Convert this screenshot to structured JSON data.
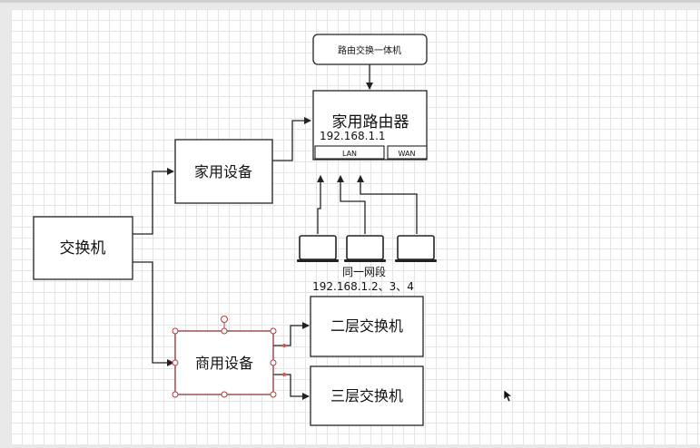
{
  "diagram": {
    "nodes": {
      "all_in_one": "路由交换一体机",
      "home_router": "家用路由器",
      "router_ip": "192.168.1.1",
      "lan_port": "LAN",
      "wan_port": "WAN",
      "home_device": "家用设备",
      "switch": "交换机",
      "commercial_device": "商用设备",
      "l2_switch": "二层交换机",
      "l3_switch": "三层交换机"
    },
    "labels": {
      "same_segment": "同一网段",
      "segment_ips": "192.168.1.2、3、4"
    },
    "laptops": [
      "laptop",
      "laptop",
      "laptop"
    ]
  }
}
